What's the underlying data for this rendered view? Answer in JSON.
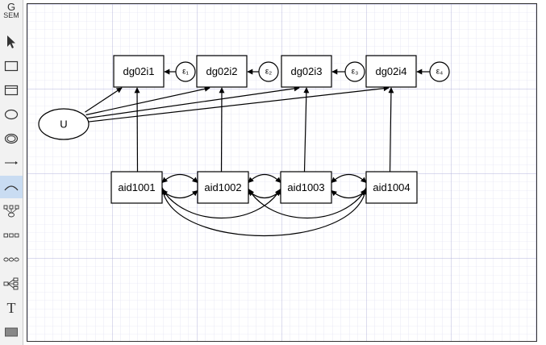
{
  "toolbar": {
    "logo_letter": "G",
    "logo_text": "SEM",
    "tools": [
      {
        "name": "select-tool-button"
      },
      {
        "name": "observed-variable-tool-button"
      },
      {
        "name": "generalized-observed-variable-tool-button"
      },
      {
        "name": "latent-variable-tool-button"
      },
      {
        "name": "generalized-latent-variable-tool-button"
      },
      {
        "name": "path-tool-button"
      },
      {
        "name": "covariance-tool-button",
        "active": true
      },
      {
        "name": "measurement-component-tool-button"
      },
      {
        "name": "regression-component-observed-tool-button"
      },
      {
        "name": "regression-component-latent-tool-button"
      },
      {
        "name": "multilevel-tool-button"
      },
      {
        "name": "text-tool-button",
        "label": "T"
      },
      {
        "name": "area-tool-button"
      }
    ]
  },
  "diagram": {
    "latent": {
      "label": "U"
    },
    "indicators": [
      "dg02i1",
      "dg02i2",
      "dg02i3",
      "dg02i4"
    ],
    "errors": [
      "ε₁",
      "ε₂",
      "ε₃",
      "ε₄"
    ],
    "predictors": [
      "aid1001",
      "aid1002",
      "aid1003",
      "aid1004"
    ]
  },
  "colors": {
    "grid_minor": "#dcdcf0",
    "grid_major": "#b4b4dc",
    "active_tool": "#c9dcf2"
  }
}
